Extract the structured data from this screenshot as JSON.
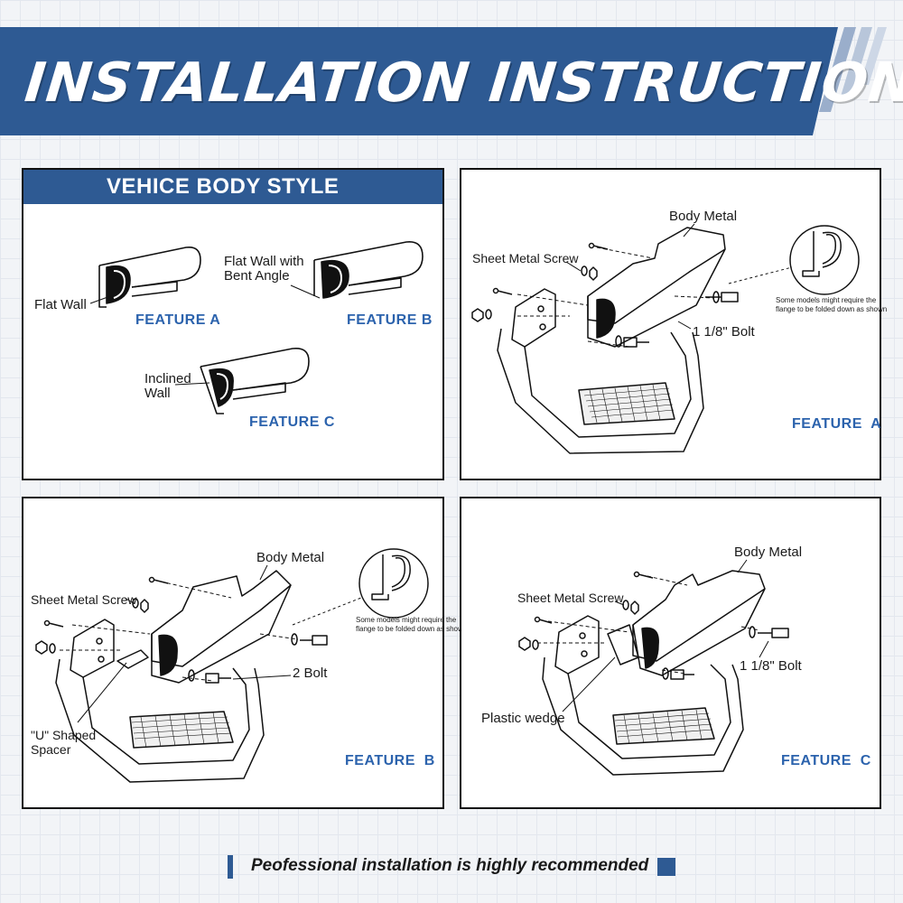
{
  "banner": {
    "title": "INSTALLATION INSTRUCTIONS",
    "color": "#2e5a93"
  },
  "body_style_panel": {
    "header": "VEHICE BODY STYLE",
    "labels": {
      "flat_wall": "Flat Wall",
      "flat_wall_bent": "Flat Wall with Bent Angle",
      "inclined_wall": "Inclined Wall"
    },
    "features": {
      "a": "FEATURE A",
      "b": "FEATURE B",
      "c": "FEATURE C"
    }
  },
  "panel_a": {
    "body_metal": "Body Metal",
    "sheet_metal_screw": "Sheet Metal Screw",
    "bolt": "1 1/8\" Bolt",
    "flange_note": "Some models might require the flange to be folded down as shown",
    "feature": "FEATURE  A"
  },
  "panel_b": {
    "body_metal": "Body Metal",
    "sheet_metal_screw": "Sheet Metal Screw",
    "bolt": "2 Bolt",
    "spacer": "\"U\" Shaped Spacer",
    "flange_note": "Some models might require the flange to be folded down as shown",
    "feature": "FEATURE  B"
  },
  "panel_c": {
    "body_metal": "Body Metal",
    "sheet_metal_screw": "Sheet Metal Screw",
    "bolt": "1 1/8\" Bolt",
    "wedge": "Plastic wedge",
    "feature": "FEATURE  C"
  },
  "footer": {
    "note": "Peofessional installation is highly recommended"
  },
  "icons": {
    "wall_profile": "wall-profile-icon",
    "step": "running-board-step-icon",
    "bolt": "bolt-icon",
    "screw": "screw-icon",
    "washer": "washer-icon",
    "nut": "nut-icon",
    "magnifier": "detail-magnifier-icon"
  }
}
